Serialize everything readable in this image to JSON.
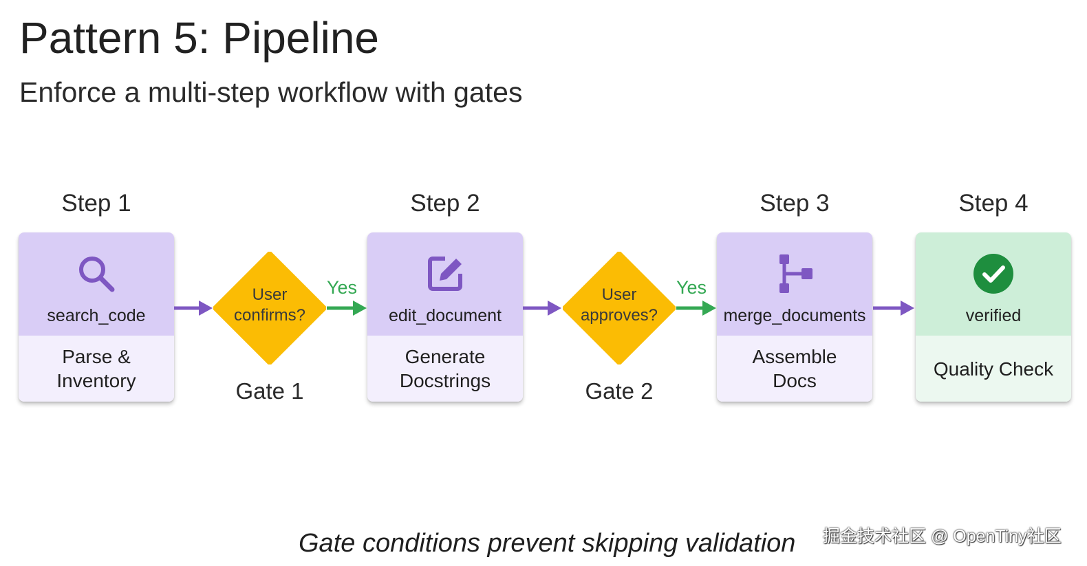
{
  "header": {
    "title": "Pattern 5: Pipeline",
    "subtitle": "Enforce a multi-step workflow with gates"
  },
  "steps": [
    {
      "label": "Step 1",
      "tool": "search_code",
      "action": "Parse &\nInventory",
      "icon": "search-icon"
    },
    {
      "label": "Step 2",
      "tool": "edit_document",
      "action": "Generate\nDocstrings",
      "icon": "edit-icon"
    },
    {
      "label": "Step 3",
      "tool": "merge_documents",
      "action": "Assemble\nDocs",
      "icon": "merge-icon"
    },
    {
      "label": "Step 4",
      "tool": "verified",
      "action": "Quality Check",
      "icon": "check-circle-icon"
    }
  ],
  "gates": [
    {
      "text": "User\nconfirms?",
      "label": "Gate 1",
      "yes": "Yes"
    },
    {
      "text": "User\napproves?",
      "label": "Gate 2",
      "yes": "Yes"
    }
  ],
  "caption": "Gate conditions prevent skipping validation",
  "watermark": "掘金技术社区 @ OpenTiny社区",
  "colors": {
    "step_top": "#d9cdf6",
    "step_bottom": "#f3effd",
    "final_top": "#cdeed8",
    "final_bottom": "#ecf8f0",
    "gate": "#fbbc04",
    "icon_purple": "#7e57c2",
    "arrow_purple": "#7e57c2",
    "arrow_green": "#34a853",
    "check_green": "#1e8e3e"
  }
}
